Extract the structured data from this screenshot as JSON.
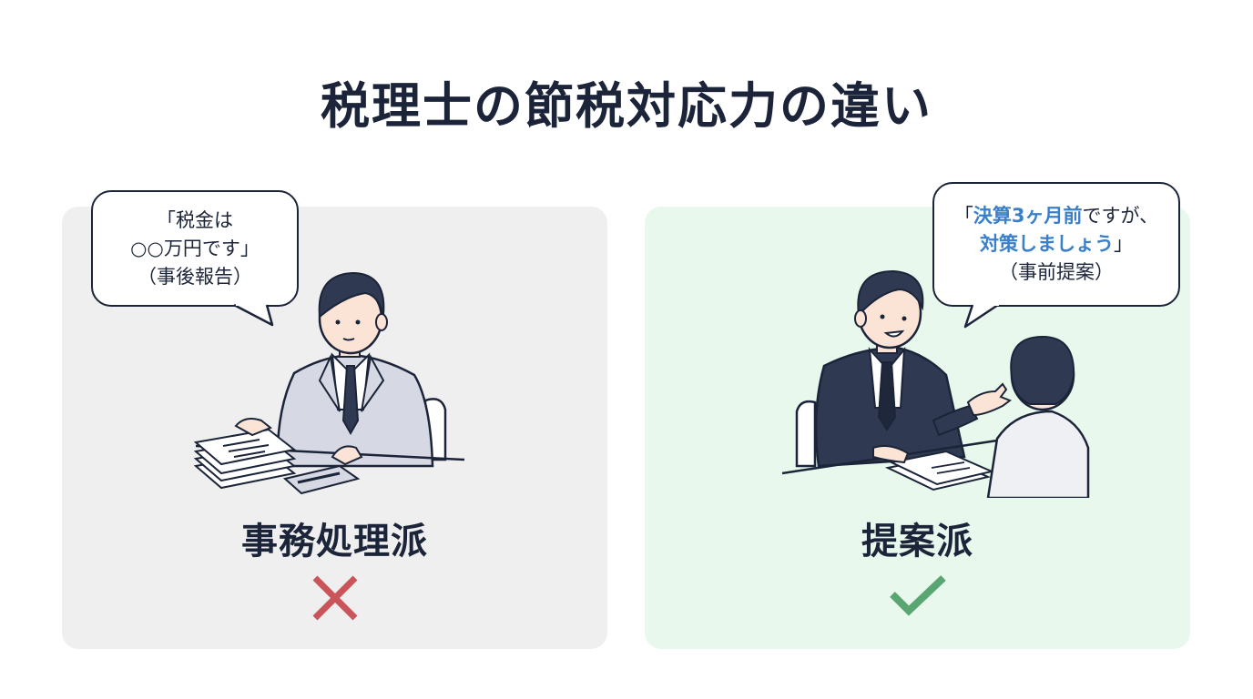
{
  "title": "税理士の節税対応力の違い",
  "colors": {
    "title": "#1b2438",
    "left_panel_bg": "#efefef",
    "right_panel_bg": "#e8f8ec",
    "highlight_blue": "#3a7fc9",
    "cross_red": "#c9555a",
    "check_green": "#5aa672",
    "suit_gray": "#d6d9e3",
    "suit_navy": "#2f3a52"
  },
  "left": {
    "bubble": {
      "line1": "「税金は",
      "line2": "○○万円です」",
      "line3": "（事後報告）"
    },
    "label": "事務処理派",
    "mark_icon": "cross-icon",
    "illustration": "accountant-with-documents-and-calculator"
  },
  "right": {
    "bubble": {
      "line1_highlight": "決算3ヶ月前",
      "line1_prefix": "「",
      "line1_suffix": "ですが、",
      "line2_highlight": "対策しましょう",
      "line2_suffix": "」",
      "line3": "（事前提案）"
    },
    "label": "提案派",
    "mark_icon": "check-icon",
    "illustration": "accountant-advising-client"
  }
}
